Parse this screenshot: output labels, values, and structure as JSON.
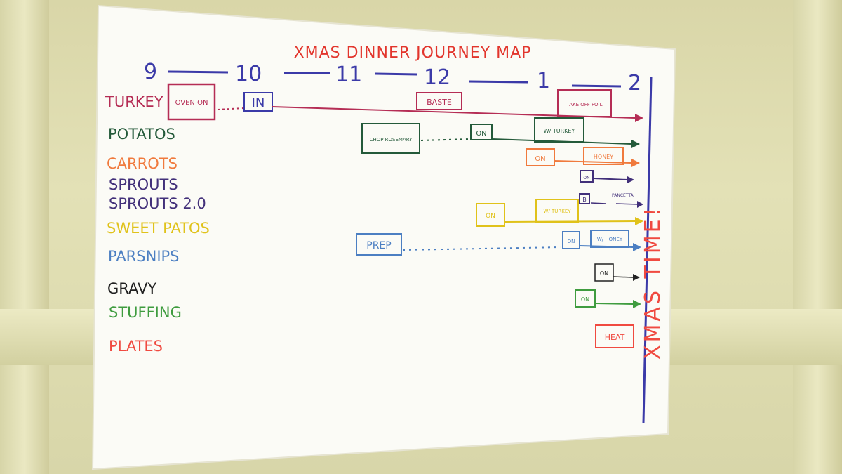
{
  "title": "XMAS DINNER JOURNEY MAP",
  "hours": [
    "9",
    "10",
    "11",
    "12",
    "1",
    "2"
  ],
  "side_label": "XMAS TIME!",
  "colors": {
    "paper": "#fbfbf6",
    "red": "#e2352c",
    "blue": "#3b3aa8",
    "turkey": "#b52d55",
    "green": "#245a3a",
    "orange": "#f07a3d",
    "purple": "#42307a",
    "yellow": "#e0c21a",
    "steel": "#4c7fc2",
    "black": "#222222",
    "lightgreen": "#3f9c3f",
    "plates": "#f04a40"
  },
  "rows": [
    {
      "label": "TURKEY",
      "color": "#b52d55",
      "boxes": [
        "OVEN ON",
        "IN",
        "BASTE",
        "TAKE OFF FOIL"
      ]
    },
    {
      "label": "POTATOS",
      "color": "#245a3a",
      "boxes": [
        "CHOP ROSEMARY",
        "ON",
        "W/ TURKEY"
      ]
    },
    {
      "label": "CARROTS",
      "color": "#f07a3d",
      "boxes": [
        "ON",
        "HONEY"
      ]
    },
    {
      "label": "SPROUTS",
      "color": "#42307a",
      "boxes": [
        "ON"
      ]
    },
    {
      "label": "SPROUTS 2.0",
      "color": "#42307a",
      "boxes": [
        "B",
        "PANCETTA"
      ]
    },
    {
      "label": "SWEET PATOS",
      "color": "#e0c21a",
      "boxes": [
        "ON",
        "W/ TURKEY"
      ]
    },
    {
      "label": "PARSNIPS",
      "color": "#4c7fc2",
      "boxes": [
        "PREP",
        "ON",
        "W/ HONEY"
      ]
    },
    {
      "label": "GRAVY",
      "color": "#222222",
      "boxes": [
        "ON"
      ]
    },
    {
      "label": "STUFFING",
      "color": "#3f9c3f",
      "boxes": [
        "ON"
      ]
    },
    {
      "label": "PLATES",
      "color": "#f04a40",
      "boxes": [
        "HEAT"
      ]
    }
  ]
}
